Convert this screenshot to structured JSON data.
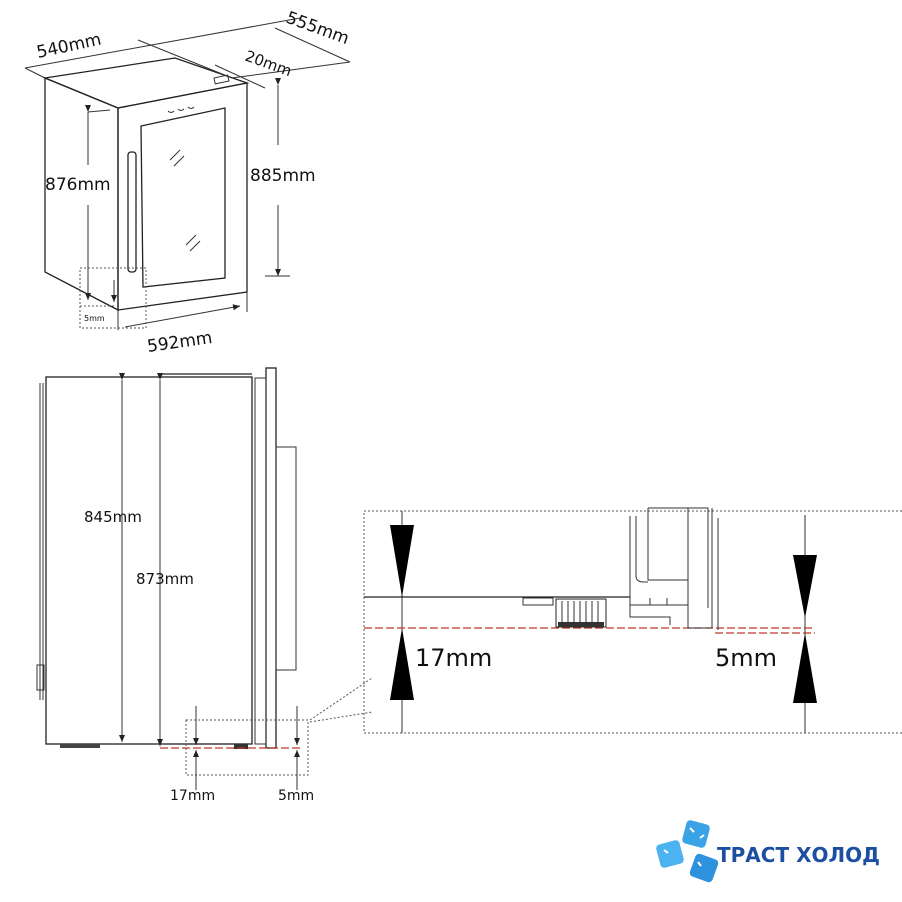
{
  "isometric_view": {
    "width_label": "540mm",
    "depth_label": "555mm",
    "door_depth_label": "20mm",
    "body_height_label": "876mm",
    "total_height_label": "885mm",
    "total_width_label": "592mm",
    "gap_label": "5mm"
  },
  "side_view": {
    "body_height_label": "845mm",
    "total_height_label": "873mm",
    "foot_gap_label": "17mm",
    "door_gap_label": "5mm"
  },
  "detail_view": {
    "foot_gap_label": "17mm",
    "door_gap_label": "5mm"
  },
  "logo": {
    "text": "ТРАСТ ХОЛОД",
    "color": "#1d4fa0",
    "cube_color": "#3aa3e8"
  }
}
